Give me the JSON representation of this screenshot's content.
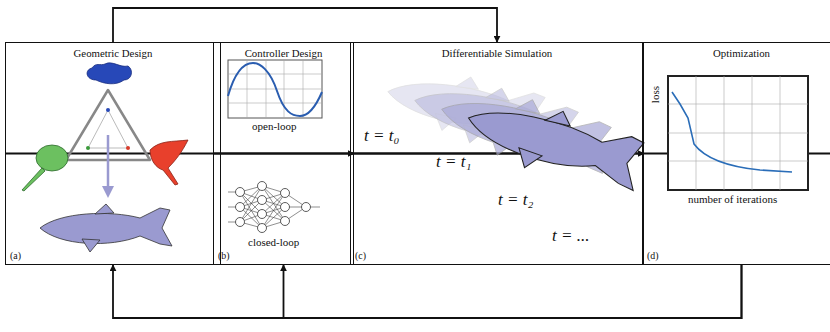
{
  "diagram": {
    "nodes": [
      {
        "text": [
          "Geometric Design",
          "(a)"
        ]
      },
      {
        "text": [
          "Controller Design",
          "(b)"
        ]
      },
      {
        "text": [
          "Differentiable Simulation",
          "(c)"
        ]
      },
      {
        "text": [
          "Optimization",
          "(d)"
        ]
      }
    ],
    "edges": [
      {
        "from": 0,
        "to": 1,
        "arrow": "to"
      },
      {
        "from": 1,
        "to": 2,
        "arrow": "to"
      },
      {
        "from": 2,
        "to": 3,
        "arrow": "to"
      },
      {
        "from": 0,
        "to": 2,
        "arrow": "to"
      },
      {
        "from": 3,
        "to": 0,
        "arrow": "to"
      },
      {
        "from": 3,
        "to": 1,
        "arrow": "to"
      }
    ],
    "labels": [
      "open-loop",
      "closed-loop",
      "t = t₀",
      "t = t₁",
      "t = t₂",
      "t = ...",
      "loss",
      "number of iterations"
    ]
  }
}
